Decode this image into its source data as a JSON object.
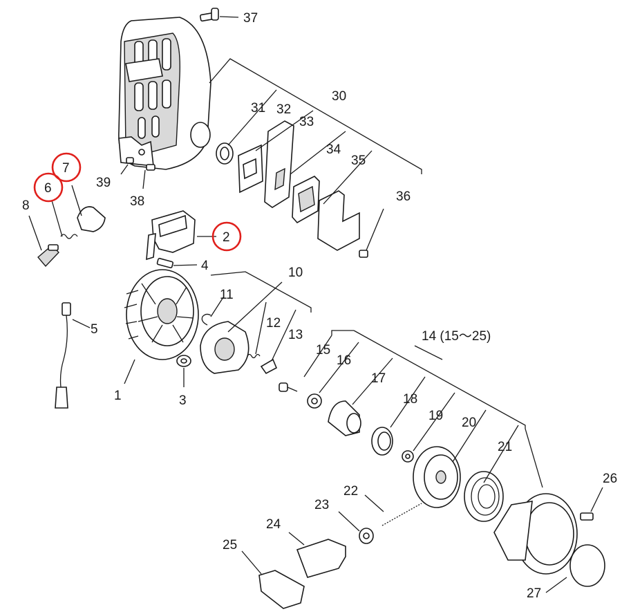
{
  "labels": {
    "l1": "1",
    "l2": "2",
    "l3": "3",
    "l4": "4",
    "l5": "5",
    "l6": "6",
    "l7": "7",
    "l8": "8",
    "l10": "10",
    "l11": "11",
    "l12": "12",
    "l13": "13",
    "l14": "14 (15～25)",
    "l15": "15",
    "l16": "16",
    "l17": "17",
    "l18": "18",
    "l19": "19",
    "l20": "20",
    "l21": "21",
    "l22": "22",
    "l23": "23",
    "l24": "24",
    "l25": "25",
    "l26": "26",
    "l27": "27",
    "l30": "30",
    "l31": "31",
    "l32": "32",
    "l33": "33",
    "l34": "34",
    "l35": "35",
    "l36": "36",
    "l37": "37",
    "l38": "38",
    "l39": "39"
  },
  "highlighted_parts": [
    "2",
    "6",
    "7"
  ],
  "highlight_color": "#e0201c",
  "line_color": "#1a1a1a"
}
